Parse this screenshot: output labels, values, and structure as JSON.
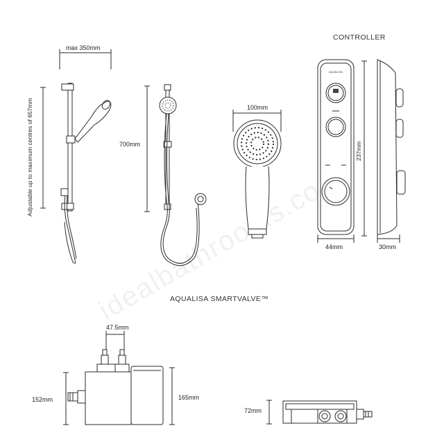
{
  "titles": {
    "controller": "CONTROLLER",
    "smartvalve": "AQUALISA SMARTVALVE™"
  },
  "dimensions": {
    "rail_width": "max 350mm",
    "rail_adjust": "Adjustable up to maximum centres of 657mm",
    "kit_height": "700mm",
    "head_width": "100mm",
    "controller_height": "237mm",
    "controller_width": "44mm",
    "controller_depth": "30mm",
    "valve_inlet_centres": "47.5mm",
    "valve_body_height": "152mm",
    "valve_overall_height": "165mm",
    "valve_side_depth": "72mm"
  },
  "controller_text": {
    "brand": "AQUALISA"
  },
  "watermark": "idealbathrooms.com",
  "colors": {
    "line": "#2a2a2a",
    "text": "#222222"
  }
}
